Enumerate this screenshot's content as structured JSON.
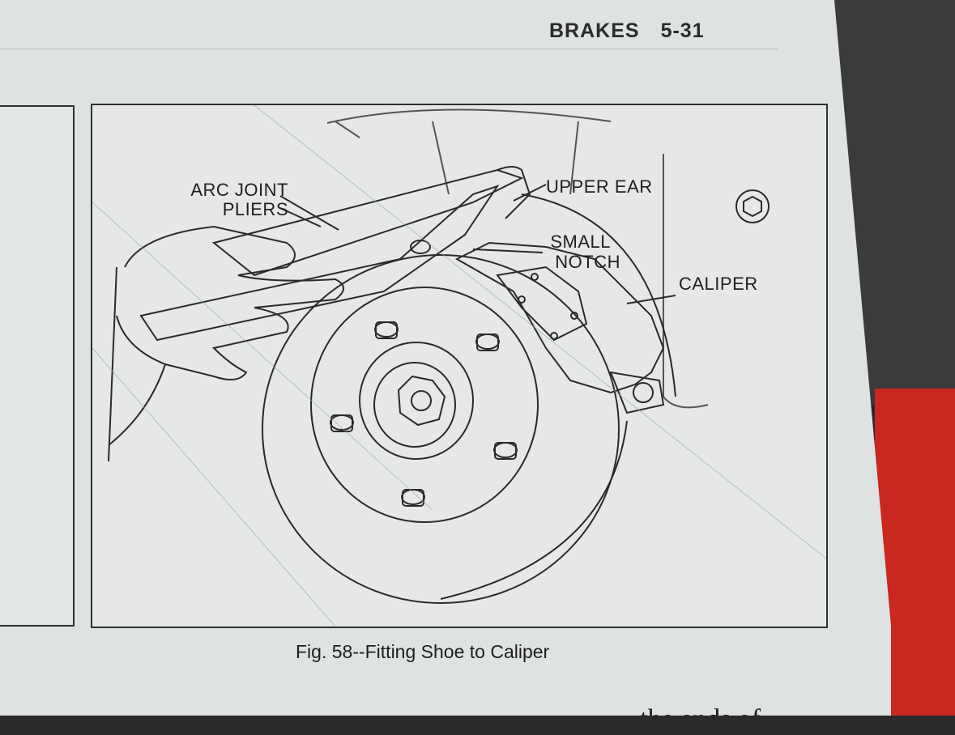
{
  "header": {
    "section": "BRAKES",
    "page": "5-31"
  },
  "figure": {
    "labels": {
      "arc_joint_1": "ARC JOINT",
      "arc_joint_2": "PLIERS",
      "upper_ear": "UPPER EAR",
      "small_notch_1": "SMALL",
      "small_notch_2": "NOTCH",
      "caliper": "CALIPER"
    },
    "caption": "Fig. 58--Fitting Shoe to Caliper"
  },
  "body": {
    "partial_line": "the ends of"
  }
}
